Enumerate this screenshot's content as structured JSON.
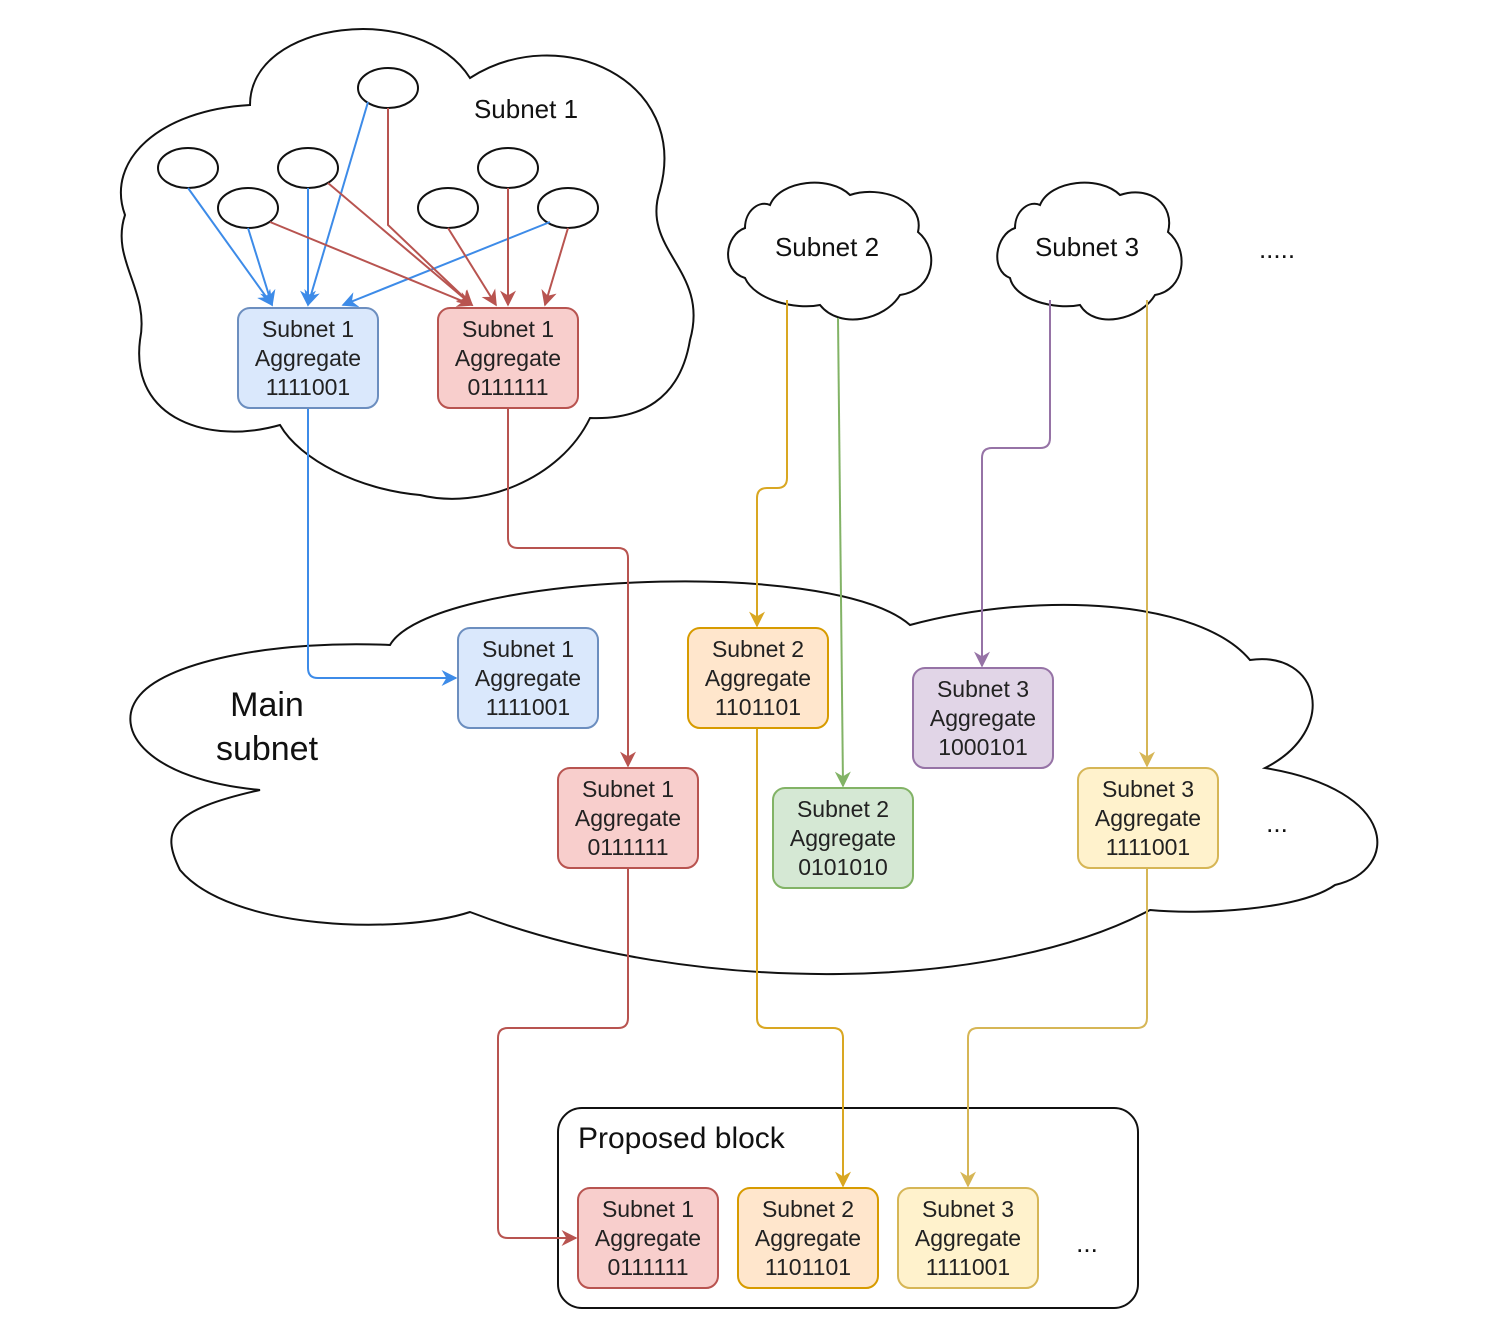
{
  "clouds": {
    "subnet1": {
      "label": "Subnet 1"
    },
    "subnet2": {
      "label": "Subnet 2"
    },
    "subnet3": {
      "label": "Subnet 3"
    },
    "more": {
      "label": "....."
    },
    "main": {
      "label_line1": "Main",
      "label_line2": "subnet",
      "more": "..."
    }
  },
  "proposed_block": {
    "title": "Proposed block",
    "more": "..."
  },
  "colors": {
    "blue_fill": "#dae8fc",
    "blue_stroke": "#6c8ebf",
    "blue_edge": "#3d8be8",
    "red_fill": "#f8cecc",
    "red_stroke": "#b85450",
    "orange_fill": "#ffe6cc",
    "orange_stroke": "#d79b00",
    "orange_edge": "#d9a722",
    "green_fill": "#d5e8d4",
    "green_stroke": "#82b366",
    "purple_fill": "#e1d5e7",
    "purple_stroke": "#9673a6",
    "yellow_fill": "#fff2cc",
    "yellow_stroke": "#d6b656"
  },
  "aggregates": {
    "s1_blue": {
      "line1": "Subnet 1",
      "line2": "Aggregate",
      "line3": "1111001"
    },
    "s1_red": {
      "line1": "Subnet 1",
      "line2": "Aggregate",
      "line3": "0111111"
    },
    "main_s1_blue": {
      "line1": "Subnet 1",
      "line2": "Aggregate",
      "line3": "1111001"
    },
    "main_s1_red": {
      "line1": "Subnet 1",
      "line2": "Aggregate",
      "line3": "0111111"
    },
    "main_s2_orange": {
      "line1": "Subnet 2",
      "line2": "Aggregate",
      "line3": "1101101"
    },
    "main_s2_green": {
      "line1": "Subnet 2",
      "line2": "Aggregate",
      "line3": "0101010"
    },
    "main_s3_purple": {
      "line1": "Subnet 3",
      "line2": "Aggregate",
      "line3": "1000101"
    },
    "main_s3_yellow": {
      "line1": "Subnet 3",
      "line2": "Aggregate",
      "line3": "1111001"
    },
    "block_s1": {
      "line1": "Subnet 1",
      "line2": "Aggregate",
      "line3": "0111111"
    },
    "block_s2": {
      "line1": "Subnet 2",
      "line2": "Aggregate",
      "line3": "1101101"
    },
    "block_s3": {
      "line1": "Subnet 3",
      "line2": "Aggregate",
      "line3": "1111001"
    }
  }
}
